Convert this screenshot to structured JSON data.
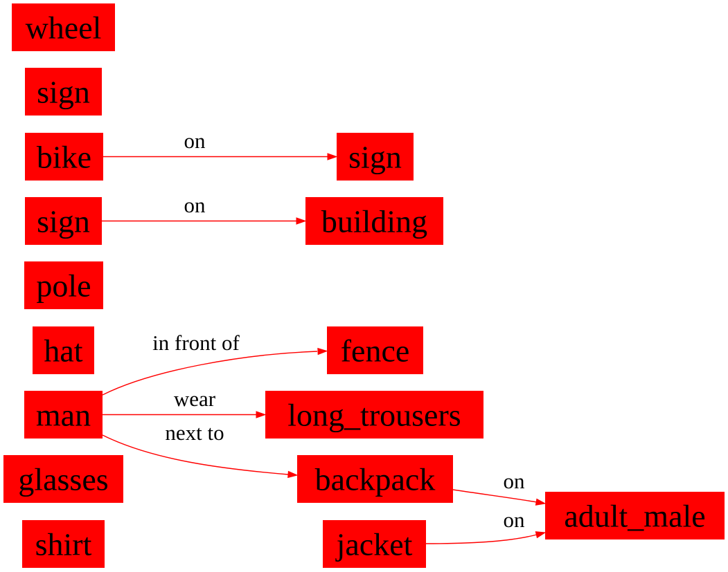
{
  "colors": {
    "node_fill": "#ff0000",
    "edge": "#ff0000",
    "text": "#000000",
    "background": "#ffffff"
  },
  "nodes": [
    {
      "id": "wheel",
      "label": "wheel"
    },
    {
      "id": "sign1",
      "label": "sign"
    },
    {
      "id": "bike",
      "label": "bike"
    },
    {
      "id": "sign2",
      "label": "sign"
    },
    {
      "id": "pole",
      "label": "pole"
    },
    {
      "id": "hat",
      "label": "hat"
    },
    {
      "id": "man",
      "label": "man"
    },
    {
      "id": "glasses",
      "label": "glasses"
    },
    {
      "id": "shirt",
      "label": "shirt"
    },
    {
      "id": "sign3",
      "label": "sign"
    },
    {
      "id": "building",
      "label": "building"
    },
    {
      "id": "fence",
      "label": "fence"
    },
    {
      "id": "long_trousers",
      "label": "long_trousers"
    },
    {
      "id": "backpack",
      "label": "backpack"
    },
    {
      "id": "jacket",
      "label": "jacket"
    },
    {
      "id": "adult_male",
      "label": "adult_male"
    }
  ],
  "edges": [
    {
      "id": "bike-sign",
      "source": "bike",
      "target": "sign3",
      "label": "on"
    },
    {
      "id": "sign-building",
      "source": "sign2",
      "target": "building",
      "label": "on"
    },
    {
      "id": "man-fence",
      "source": "man",
      "target": "fence",
      "label": "in front of"
    },
    {
      "id": "man-long_trousers",
      "source": "man",
      "target": "long_trousers",
      "label": "wear"
    },
    {
      "id": "man-backpack",
      "source": "man",
      "target": "backpack",
      "label": "next to"
    },
    {
      "id": "backpack-adult_male",
      "source": "backpack",
      "target": "adult_male",
      "label": "on"
    },
    {
      "id": "jacket-adult_male",
      "source": "jacket",
      "target": "adult_male",
      "label": "on"
    }
  ]
}
